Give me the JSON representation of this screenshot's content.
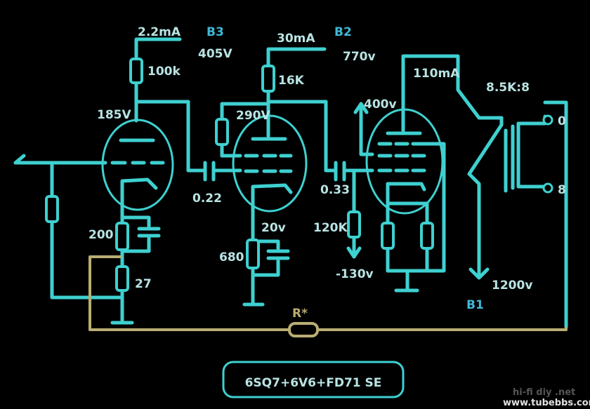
{
  "colors": {
    "background": "#000000",
    "wire": "#3fd0d0",
    "text": "#b9e3e3",
    "gold": "#b9ad72",
    "supply_label": "#3fb9d8"
  },
  "labels": {
    "b3_current": "2.2mA",
    "b3_name": "B3",
    "b3_voltage": "405V",
    "b2_current": "30mA",
    "b2_name": "B2",
    "b2_voltage": "770v",
    "r_100k": "100k",
    "r_16k": "16K",
    "v_185": "185V",
    "v_290": "290V",
    "v_400": "400v",
    "i_110": "110mA",
    "ratio": "8.5K:8",
    "tap_0": "0",
    "tap_8": "8",
    "c_022": "0.22",
    "c_033": "0.33",
    "r_200": "200",
    "r_27": "27",
    "v_20": "20v",
    "r_680": "680",
    "r_120k": "120K",
    "v_neg130": "-130v",
    "v_1200": "1200v",
    "b1_name": "B1",
    "r_star": "R*",
    "title": "6SQ7+6V6+FD71  SE",
    "watermark_top": "hi-fi diy .net",
    "watermark_bottom": "www.tubebbs.com"
  }
}
